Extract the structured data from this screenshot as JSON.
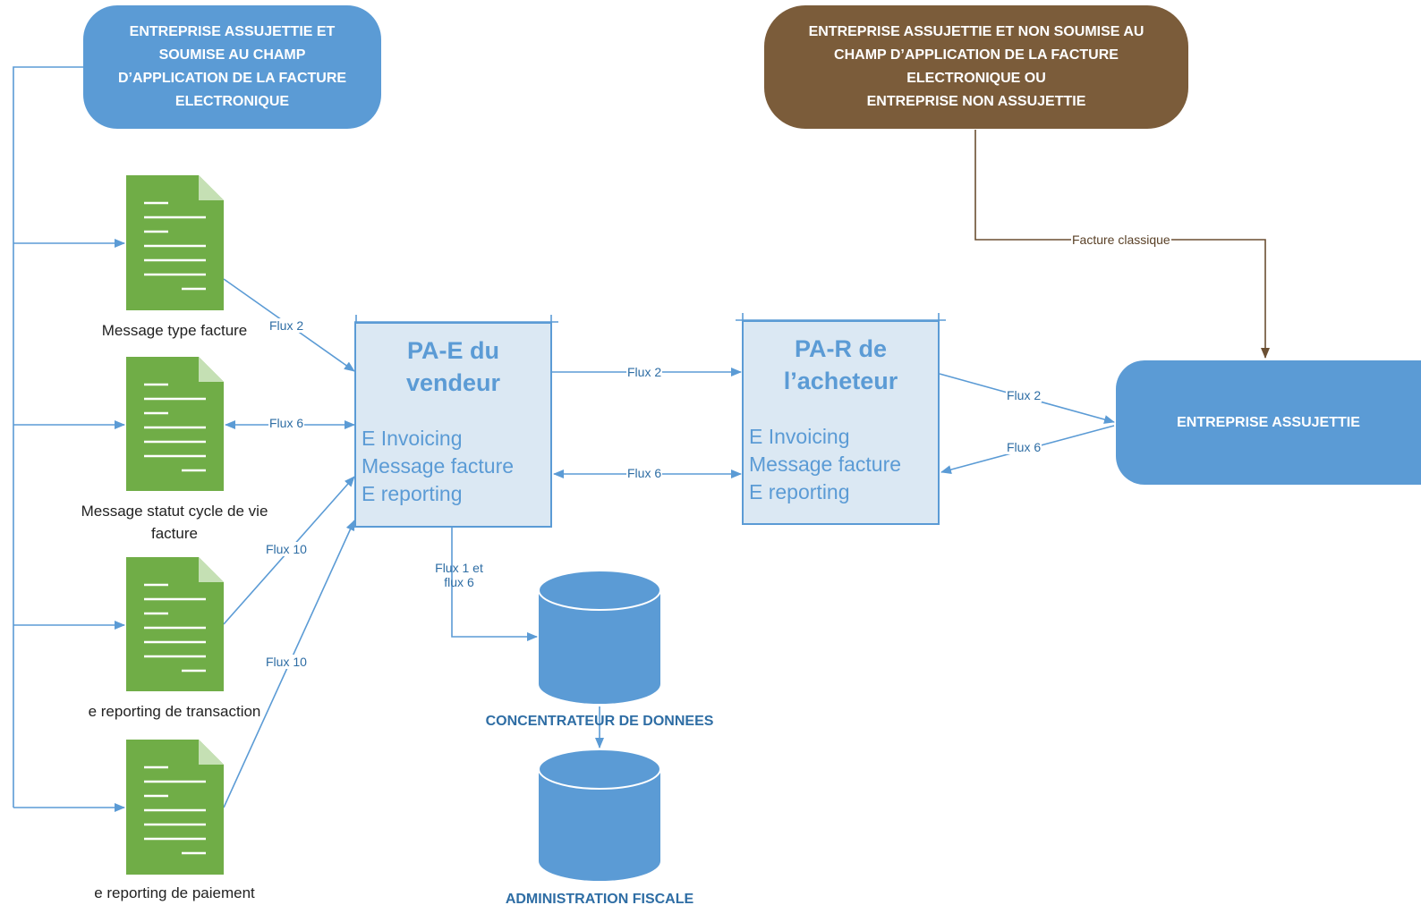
{
  "entities": {
    "top_left": "ENTREPRISE ASSUJETTIE ET\nSOUMISE AU CHAMP\nD’APPLICATION DE LA FACTURE\nELECTRONIQUE",
    "top_right": "ENTREPRISE ASSUJETTIE ET NON SOUMISE AU\nCHAMP D’APPLICATION DE LA FACTURE\nELECTRONIQUE OU\nENTREPRISE NON ASSUJETTIE",
    "right": "ENTREPRISE ASSUJETTIE"
  },
  "documents": [
    {
      "label": "Message type facture"
    },
    {
      "label": "Message statut cycle de vie\nfacture"
    },
    {
      "label": "e reporting de transaction"
    },
    {
      "label": "e reporting de paiement"
    }
  ],
  "pa_e": {
    "title": "PA-E du\nvendeur",
    "lines": [
      "E Invoicing",
      "Message facture",
      "E reporting"
    ]
  },
  "pa_r": {
    "title": "PA-R de\nl’acheteur",
    "lines": [
      "E Invoicing",
      "Message facture",
      "E reporting"
    ]
  },
  "databases": {
    "concentrateur": "CONCENTRATEUR DE DONNEES",
    "administration": "ADMINISTRATION FISCALE"
  },
  "flux_labels": {
    "doc1_to_pae": "Flux 2",
    "doc2_pae": "Flux 6",
    "doc3_to_pae": "Flux 10",
    "doc4_to_pae": "Flux 10",
    "pae_to_par": "Flux 2",
    "pae_par_back": "Flux 6",
    "par_to_entreprise": "Flux 2",
    "entreprise_to_par": "Flux 6",
    "pae_to_concentrateur": "Flux 1 et\nflux 6",
    "facture_classique": "Facture classique"
  },
  "colors": {
    "blue": "#5b9bd5",
    "brown": "#7b5c3a",
    "doc_green": "#70ad47",
    "pa_fill": "#dbe8f3"
  }
}
